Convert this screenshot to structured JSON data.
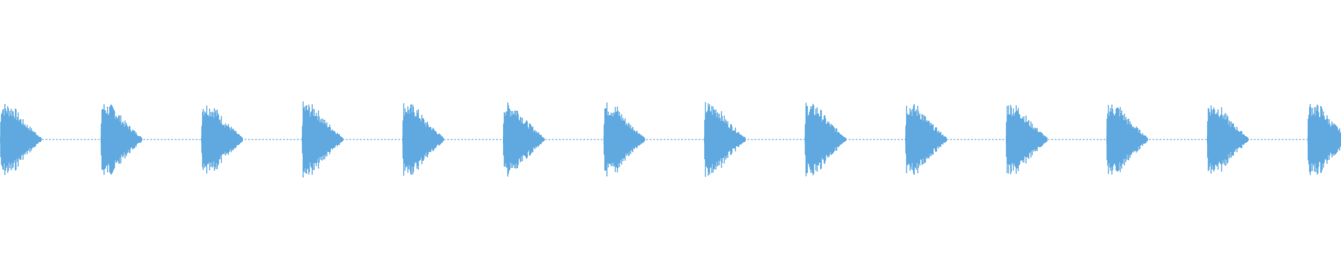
{
  "waveform": {
    "color": "#5fa9e0",
    "background": "#ffffff",
    "pulse_count": 14,
    "pulse_duration_fraction": 0.42,
    "silence_level_fraction": 0.01,
    "peak_level_fraction": 0.12
  }
}
